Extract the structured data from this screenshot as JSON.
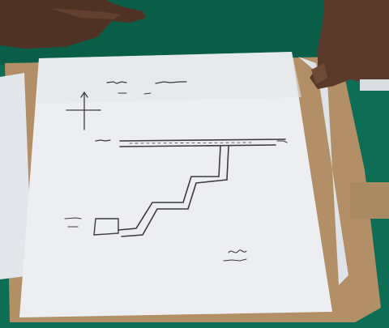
{
  "scene": {
    "subjects": [
      "hand-left-icon",
      "hand-right-icon",
      "cardboard-clipboard",
      "paper-stack",
      "hand-drawn-sketch"
    ],
    "colors": {
      "table": "#0d6e55",
      "cardboard": "#b5926a",
      "paper": "#eef0f3",
      "skin": "#5a3a2a",
      "ink": "#3b3b3b"
    }
  }
}
